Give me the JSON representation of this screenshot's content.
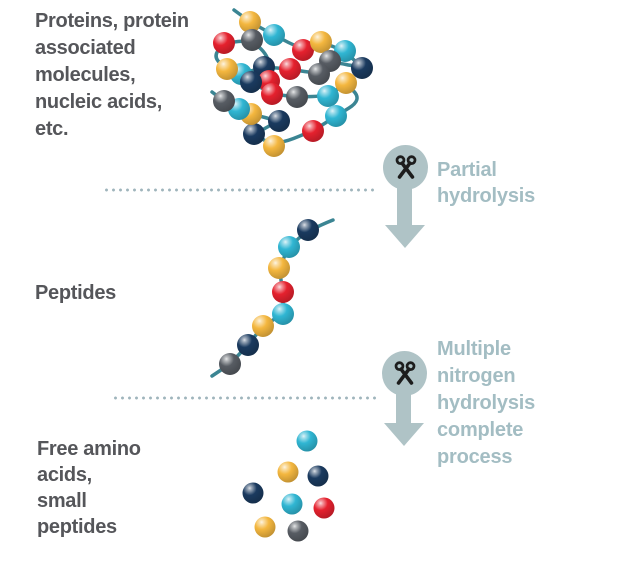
{
  "palette": {
    "background": "#FFFFFF",
    "label_text": "#55565A",
    "process_text": "#A3BDC3",
    "process_shape": "#AFC3C6",
    "dots": "#9FB5BC",
    "scissors": "#1D1D1D",
    "strand": "#3B8593",
    "beads": {
      "yellow": "#F4B73F",
      "red": "#E5212E",
      "cyan": "#30B6D3",
      "navy": "#1A3A5F",
      "gray": "#575C63"
    }
  },
  "stages": [
    {
      "id": "proteins",
      "label_lines": [
        "Proteins, protein",
        "associated",
        "molecules,",
        "nucleic acids,",
        "etc."
      ]
    },
    {
      "id": "peptides",
      "label_lines": [
        "Peptides"
      ]
    },
    {
      "id": "free-amino-acids",
      "label_lines": [
        "Free amino",
        "acids,",
        "small",
        "peptides"
      ]
    }
  ],
  "processes": [
    {
      "id": "partial-hydrolysis",
      "icon": "scissors-icon",
      "label_lines": [
        "Partial",
        "hydrolysis"
      ]
    },
    {
      "id": "complete-hydrolysis",
      "icon": "scissors-icon",
      "label_lines": [
        "Multiple",
        "nitrogen",
        "hydrolysis",
        "complete",
        "process"
      ]
    }
  ],
  "figures": {
    "protein_cluster": {
      "bead_radius": 11,
      "linked": true,
      "points": [
        [
          234,
          10
        ],
        [
          250,
          22,
          "yellow"
        ],
        [
          274,
          35,
          "cyan"
        ],
        [
          303,
          50,
          "red"
        ],
        [
          321,
          42,
          "yellow"
        ],
        [
          345,
          51,
          "cyan"
        ],
        [
          362,
          68,
          "navy"
        ],
        [
          330,
          61,
          "gray"
        ],
        [
          319,
          74,
          "gray"
        ],
        [
          290,
          69,
          "red"
        ],
        [
          264,
          67,
          "navy"
        ],
        [
          241,
          74,
          "cyan"
        ],
        [
          227,
          69,
          "yellow"
        ],
        [
          213,
          57
        ],
        [
          224,
          43,
          "red"
        ],
        [
          252,
          40,
          "gray"
        ],
        [
          270,
          58
        ],
        [
          269,
          81,
          "red"
        ],
        [
          251,
          82,
          "navy"
        ],
        [
          272,
          94,
          "red"
        ],
        [
          297,
          97,
          "gray"
        ],
        [
          328,
          96,
          "cyan"
        ],
        [
          346,
          83,
          "yellow"
        ],
        [
          362,
          100
        ],
        [
          336,
          116,
          "cyan"
        ],
        [
          313,
          131,
          "red"
        ],
        [
          274,
          146,
          "yellow"
        ],
        [
          254,
          134,
          "navy"
        ],
        [
          279,
          121,
          "navy"
        ],
        [
          251,
          114,
          "yellow"
        ],
        [
          239,
          109,
          "cyan"
        ],
        [
          224,
          101,
          "gray"
        ],
        [
          212,
          92
        ]
      ]
    },
    "peptide_chain": {
      "bead_radius": 11,
      "linked": true,
      "points": [
        [
          333,
          220
        ],
        [
          308,
          230,
          "navy"
        ],
        [
          289,
          247,
          "cyan"
        ],
        [
          279,
          268,
          "yellow"
        ],
        [
          283,
          292,
          "red"
        ],
        [
          283,
          314,
          "cyan"
        ],
        [
          263,
          326,
          "yellow"
        ],
        [
          248,
          345,
          "navy"
        ],
        [
          230,
          364,
          "gray"
        ],
        [
          212,
          376
        ]
      ]
    },
    "free_amino_acids": {
      "bead_radius": 10.5,
      "linked": false,
      "points": [
        [
          307,
          441,
          "cyan"
        ],
        [
          288,
          472,
          "yellow"
        ],
        [
          318,
          476,
          "navy"
        ],
        [
          253,
          493,
          "navy"
        ],
        [
          292,
          504,
          "cyan"
        ],
        [
          324,
          508,
          "red"
        ],
        [
          265,
          527,
          "yellow"
        ],
        [
          298,
          531,
          "gray"
        ]
      ]
    }
  }
}
